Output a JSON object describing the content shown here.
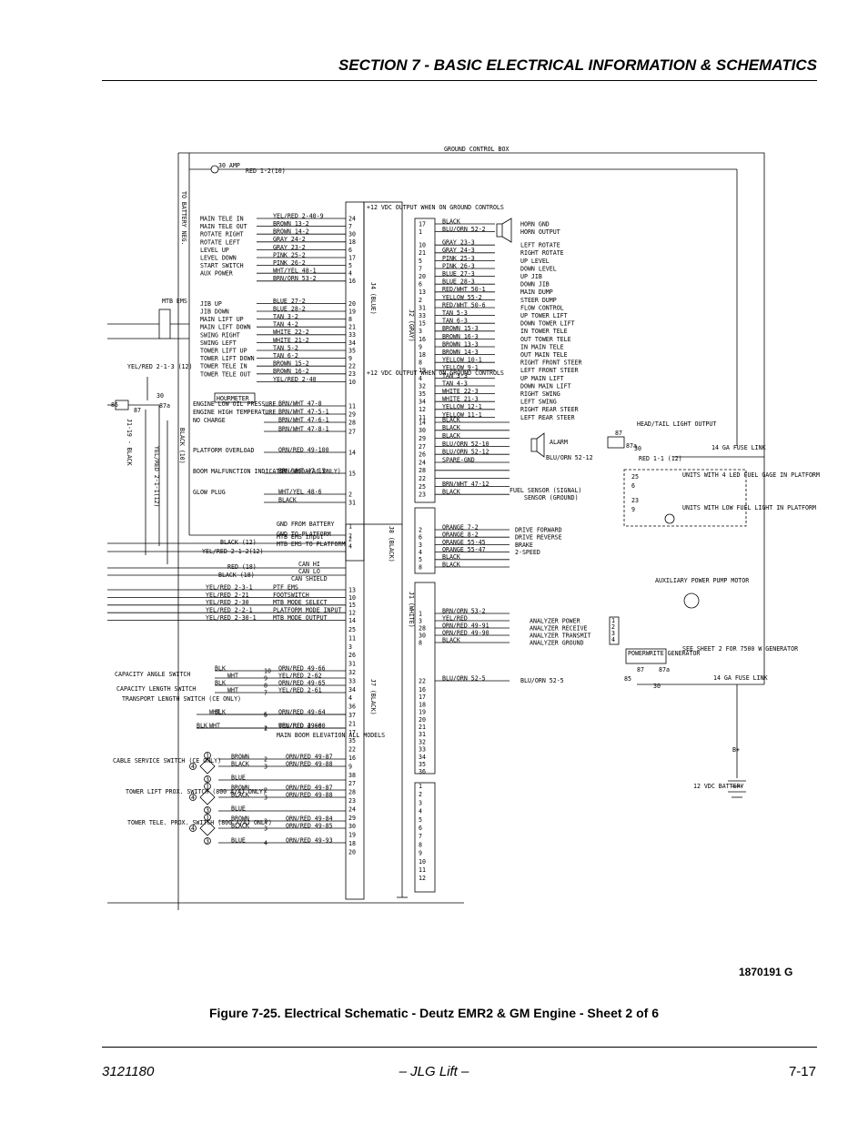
{
  "header": {
    "section_title": "SECTION 7 - BASIC ELECTRICAL INFORMATION & SCHEMATICS"
  },
  "drawing_number": "1870191 G",
  "caption": "Figure 7-25.  Electrical Schematic - Deutz EMR2 & GM Engine - Sheet 2 of 6",
  "footer": {
    "doc_number": "3121180",
    "center": "– JLG Lift –",
    "page": "7-17"
  },
  "diagram": {
    "box_title": "GROUND CONTROL BOX",
    "fuse_30amp": "30 AMP",
    "red_1_2_10": "RED 1-2(10)",
    "to_battery_neg": "TO BATTERY NEG.",
    "mtb_ems": "MTB EMS",
    "yel_red_2_1_3": "YEL/RED 2-1-3 (12)",
    "j1_19_black": "J1-19 - BLACK",
    "black_10": "BLACK (10)",
    "yel_red_2_1_1": "YEL/RED 2-1-1(12)",
    "relay_30": "30",
    "relay_87": "87",
    "relay_87a": "87a",
    "relay_85": "85",
    "j4_block_header": "+12 VDC OUTPUT WHEN ON GROUND CONTROLS",
    "j4_block_header2": "+12 VDC OUTPUT WHEN ON GROUND CONTROLS",
    "j4_label": "J4 (BLUE)",
    "j2_label": "J2 (GRAY)",
    "j8_label": "J8 (BLACK)",
    "j1_label": "J1 (WHITE)",
    "j7_label": "J7 (BLACK)",
    "left_switches": [
      {
        "label": "MAIN TELE IN",
        "wire": "YEL/RED 2-40-9",
        "pin": "24"
      },
      {
        "label": "MAIN TELE OUT",
        "wire": "BROWN 13-2",
        "pin": "7"
      },
      {
        "label": "ROTATE RIGHT",
        "wire": "BROWN 14-2",
        "pin": "30"
      },
      {
        "label": "ROTATE LEFT",
        "wire": "GRAY 24-2",
        "pin": "18"
      },
      {
        "label": "LEVEL UP",
        "wire": "GRAY 23-2",
        "pin": "6"
      },
      {
        "label": "LEVEL DOWN",
        "wire": "PINK 25-2",
        "pin": "17"
      },
      {
        "label": "START SWITCH",
        "wire": "PINK 26-2",
        "pin": "5"
      },
      {
        "label": "AUX POWER",
        "wire": "WHT/YEL 48-1",
        "pin": "4"
      },
      {
        "label": "",
        "wire": "BRN/ORN 53-2",
        "pin": "16"
      },
      {
        "label": "JIB UP",
        "wire": "BLUE 27-2",
        "pin": "20"
      },
      {
        "label": "JIB DOWN",
        "wire": "BLUE 28-2",
        "pin": "19"
      },
      {
        "label": "MAIN LIFT UP",
        "wire": "TAN 3-2",
        "pin": "8"
      },
      {
        "label": "MAIN LIFT DOWN",
        "wire": "TAN 4-2",
        "pin": "21"
      },
      {
        "label": "SWING RIGHT",
        "wire": "WHITE 22-2",
        "pin": "33"
      },
      {
        "label": "SWING LEFT",
        "wire": "WHITE 21-2",
        "pin": "34"
      },
      {
        "label": "TOWER LIFT UP",
        "wire": "TAN 5-2",
        "pin": "35"
      },
      {
        "label": "TOWER LIFT DOWN",
        "wire": "TAN 6-2",
        "pin": "9"
      },
      {
        "label": "TOWER TELE IN",
        "wire": "BROWN 15-2",
        "pin": "22"
      },
      {
        "label": "TOWER TELE OUT",
        "wire": "BROWN 16-2",
        "pin": "23"
      },
      {
        "label": "",
        "wire": "YEL/RED 2-40",
        "pin": "10"
      }
    ],
    "hourmeter": "HOURMETER",
    "engine_labels": [
      {
        "label": "ENGINE LOW OIL PRESSURE",
        "wire": "BRN/WHT 47-8",
        "pin": "11"
      },
      {
        "label": "ENGINE HIGH TEMPERATURE",
        "wire": "BRN/WHT 47-5-1",
        "pin": "29"
      },
      {
        "label": "NO CHARGE",
        "wire": "BRN/WHT 47-6-1",
        "pin": "28"
      },
      {
        "label": "",
        "wire": "BRN/WHT 47-8-1",
        "pin": "27"
      },
      {
        "label": "PLATFORM OVERLOAD",
        "wire": "ORN/RED 49-100",
        "pin": "14"
      },
      {
        "label": "BOOM MALFUNCTION INDICATOR (800A/AJ ONLY)",
        "wire": "BRN/WHT 47-15",
        "pin": "15"
      },
      {
        "label": "GLOW PLUG",
        "wire": "WHT/YEL 48-6",
        "pin": "2"
      },
      {
        "label": "",
        "wire": "BLACK",
        "pin": "31"
      }
    ],
    "j2_wires": [
      {
        "pin": "17",
        "wire": "BLACK",
        "label": "HORN GND"
      },
      {
        "pin": "1",
        "wire": "BLU/ORN 52-2",
        "label": "HORN OUTPUT"
      },
      {
        "pin": "10",
        "wire": "GRAY 23-3",
        "label": "LEFT ROTATE"
      },
      {
        "pin": "21",
        "wire": "GRAY 24-3",
        "label": "RIGHT ROTATE"
      },
      {
        "pin": "5",
        "wire": "PINK 25-3",
        "label": "UP LEVEL"
      },
      {
        "pin": "7",
        "wire": "PINK 26-3",
        "label": "DOWN LEVEL"
      },
      {
        "pin": "20",
        "wire": "BLUE 27-3",
        "label": "UP JIB"
      },
      {
        "pin": "6",
        "wire": "BLUE 28-3",
        "label": "DOWN JIB"
      },
      {
        "pin": "13",
        "wire": "RED/WHT 50-1",
        "label": "MAIN DUMP"
      },
      {
        "pin": "2",
        "wire": "YELLOW 55-2",
        "label": "STEER DUMP"
      },
      {
        "pin": "31",
        "wire": "RED/WHT 50-6",
        "label": "FLOW CONTROL"
      },
      {
        "pin": "33",
        "wire": "TAN 5-3",
        "label": "UP TOWER LIFT"
      },
      {
        "pin": "15",
        "wire": "TAN 6-3",
        "label": "DOWN TOWER LIFT"
      },
      {
        "pin": "3",
        "wire": "BROWN 15-3",
        "label": "IN TOWER TELE"
      },
      {
        "pin": "16",
        "wire": "BROWN 16-3",
        "label": "OUT TOWER TELE"
      },
      {
        "pin": "9",
        "wire": "BROWN 13-3",
        "label": "IN MAIN TELE"
      },
      {
        "pin": "18",
        "wire": "BROWN 14-3",
        "label": "OUT MAIN TELE"
      },
      {
        "pin": "8",
        "wire": "YELLOW 10-1",
        "label": "RIGHT FRONT STEER"
      },
      {
        "pin": "19",
        "wire": "YELLOW 9-1",
        "label": "LEFT FRONT STEER"
      },
      {
        "pin": "4",
        "wire": "TAN 3-3",
        "label": "UP MAIN LIFT"
      },
      {
        "pin": "32",
        "wire": "TAN 4-3",
        "label": "DOWN MAIN LIFT"
      },
      {
        "pin": "35",
        "wire": "WHITE 22-3",
        "label": "RIGHT SWING"
      },
      {
        "pin": "34",
        "wire": "WHITE 21-3",
        "label": "LEFT SWING"
      },
      {
        "pin": "12",
        "wire": "YELLOW 12-1",
        "label": "RIGHT REAR STEER"
      },
      {
        "pin": "11",
        "wire": "YELLOW 11-1",
        "label": "LEFT REAR STEER"
      }
    ],
    "j2_lower": [
      {
        "pin": "14",
        "wire": "BLACK"
      },
      {
        "pin": "30",
        "wire": "BLACK"
      },
      {
        "pin": "29",
        "wire": "BLACK"
      },
      {
        "pin": "27",
        "wire": "BLU/ORN 52-10"
      },
      {
        "pin": "26",
        "wire": "BLU/ORN 52-12"
      },
      {
        "pin": "24",
        "wire": "SPARE-GND"
      },
      {
        "pin": "28",
        "wire": ""
      },
      {
        "pin": "22",
        "wire": ""
      },
      {
        "pin": "25",
        "wire": "BRN/WHT 47-12"
      },
      {
        "pin": "23",
        "wire": "BLACK"
      }
    ],
    "head_tail": "HEAD/TAIL LIGHT OUTPUT",
    "alarm": "ALARM",
    "alarm_wire": "BLU/ORN 52-12",
    "red_1_1_12": "RED 1-1 (12)",
    "fuse_link_14ga": "14 GA FUSE LINK",
    "units_led": "UNITS WITH 4 LED FUEL GAGE IN PLATFORM",
    "units_low_fuel": "UNITS WITH LOW FUEL LIGHT IN PLATFORM",
    "fuel_sensor_signal": "FUEL SENSOR (SIGNAL)",
    "sensor_ground": "SENSOR (GROUND)",
    "pins_25_6_23_9": [
      "25",
      "6",
      "23",
      "9"
    ],
    "j8_wires": [
      {
        "pin": "2",
        "wire": "ORANGE 7-2",
        "label": "DRIVE FORWARD"
      },
      {
        "pin": "6",
        "wire": "ORANGE 8-2",
        "label": "DRIVE REVERSE"
      },
      {
        "pin": "3",
        "wire": "ORANGE 55-45",
        "label": "BRAKE"
      },
      {
        "pin": "4",
        "wire": "ORANGE 55-47",
        "label": "2-SPEED"
      },
      {
        "pin": "5",
        "wire": "BLACK"
      },
      {
        "pin": "8",
        "wire": "BLACK"
      }
    ],
    "j8_left": [
      {
        "text": "GND FROM BATTERY",
        "pin": "1"
      },
      {
        "text": "GND TO PLATFORM",
        "pin": "7"
      },
      {
        "text": "MTB EMS TO PLATFORM",
        "pin": "4"
      },
      {
        "text": "MTB EMS input",
        "pin": "2"
      }
    ],
    "black_12": "BLACK (12)",
    "yel_red_2_1_2": "YEL/RED 2-1-2(12)",
    "red_18": "RED (18)",
    "black_18": "BLACK (18)",
    "can_hi": "CAN HI",
    "can_lo": "CAN LO",
    "can_shield": "CAN SHIELD",
    "j7_left_upper": [
      {
        "wire": "YEL/RED 2-3-1",
        "text": "PTF EMS",
        "pin": "13"
      },
      {
        "wire": "YEL/RED 2-21",
        "text": "FOOTSWITCH",
        "pin": "10"
      },
      {
        "wire": "YEL/RED 2-30",
        "text": "MTB MODE SELECT",
        "pin": "15"
      },
      {
        "wire": "YEL/RED 2-2-1",
        "text": "PLATFORM MODE INPUT",
        "pin": "12"
      },
      {
        "wire": "YEL/RED 2-30-1",
        "text": "MTB MODE OUTPUT",
        "pin": "14"
      }
    ],
    "j1_wires": [
      {
        "pin": "1",
        "wire": "BRN/ORN 53-2"
      },
      {
        "pin": "3",
        "wire": "YEL/RED",
        "label": "ANALYZER POWER"
      },
      {
        "pin": "28",
        "wire": "ORN/RED 49-91",
        "label": "ANALYZER RECEIVE"
      },
      {
        "pin": "30",
        "wire": "ORN/RED 49-90",
        "label": "ANALYZER TRANSMIT"
      },
      {
        "pin": "8",
        "wire": "BLACK",
        "label": "ANALYZER GROUND"
      },
      {
        "pin": "22",
        "wire": "BLU/ORN 52-5"
      }
    ],
    "aux_pump": "AUXILIARY POWER PUMP MOTOR",
    "powerwrite": "POWERWRITE GENERATOR",
    "see_sheet_2": "SEE SHEET 2 FOR 7500 W GENERATOR",
    "blu_orn_52_5": "BLU/ORN 52-5",
    "b_plus": "B+",
    "battery": "12 VDC BATTERY",
    "analyzer_pins": [
      "1",
      "2",
      "3",
      "4"
    ],
    "j7_switches": [
      {
        "label": "CAPACITY ANGLE SWITCH",
        "color": "BLK",
        "pin": "10",
        "wire": "ORN/RED 49-66"
      },
      {
        "label": "",
        "color": "WHT",
        "pin": "9",
        "wire": "YEL/RED 2-62"
      },
      {
        "label": "CAPACITY LENGTH SWITCH",
        "color": "BLK",
        "pin": "8",
        "wire": "ORN/RED 49-65"
      },
      {
        "label": "",
        "color": "WHT",
        "pin": "7",
        "wire": "YEL/RED 2-61"
      },
      {
        "label": "TRANSPORT LENGTH SWITCH (CE ONLY)",
        "color": "BLK",
        "pin": "6",
        "wire": "ORN/RED 49-64"
      },
      {
        "label": "",
        "color": "WHT",
        "pin": "5",
        "wire": ""
      },
      {
        "label": "",
        "color": "BLK",
        "pin": "2",
        "wire": "ORN/RED 49-60"
      },
      {
        "label": "",
        "color": "WHT",
        "pin": "1",
        "wire": "YEL/RED 2-60"
      }
    ],
    "main_boom_elev": "MAIN BOOM ELEVATION ALL MODELS",
    "cable_service": "CABLE SERVICE SWITCH (CE ONLY)",
    "tower_lift_prox": "TOWER LIFT PROX. SWITCH (800 A/AJ ONLY)",
    "tower_tele_prox": "TOWER TELE. PROX. SWITCH (800 A/AJ ONLY)",
    "prox_wires": [
      {
        "color": "BROWN",
        "pin": "2",
        "wire": "ORN/RED 49-87"
      },
      {
        "color": "BLACK",
        "pin": "3",
        "wire": "ORN/RED 49-88"
      },
      {
        "color": "BLUE",
        "pin": "",
        "wire": ""
      },
      {
        "color": "BROWN",
        "pin": "2",
        "wire": "ORN/RED 49-87"
      },
      {
        "color": "BLACK",
        "pin": "3",
        "wire": "ORN/RED 49-88"
      },
      {
        "color": "BLUE",
        "pin": "",
        "wire": ""
      },
      {
        "color": "BROWN",
        "pin": "2",
        "wire": "ORN/RED 49-84"
      },
      {
        "color": "BLACK",
        "pin": "3",
        "wire": "ORN/RED 49-85"
      },
      {
        "color": "BLUE",
        "pin": "4",
        "wire": "ORN/RED 49-93"
      }
    ],
    "circle_nums": [
      "4",
      "1",
      "3"
    ],
    "j7_pins": [
      "25",
      "11",
      "3",
      "26",
      "31",
      "32",
      "33",
      "34",
      "4",
      "36",
      "37",
      "21",
      "17",
      "35",
      "22",
      "16",
      "9",
      "38",
      "27",
      "28",
      "23",
      "24",
      "29",
      "30",
      "19",
      "18",
      "20"
    ],
    "j1_extra_pins": [
      "16",
      "17",
      "18",
      "19",
      "20",
      "21",
      "31",
      "32",
      "33",
      "34",
      "35",
      "36"
    ],
    "j_bottom_pins": [
      "1",
      "2",
      "3",
      "4",
      "5",
      "6",
      "7",
      "8",
      "9",
      "10",
      "11",
      "12"
    ]
  }
}
